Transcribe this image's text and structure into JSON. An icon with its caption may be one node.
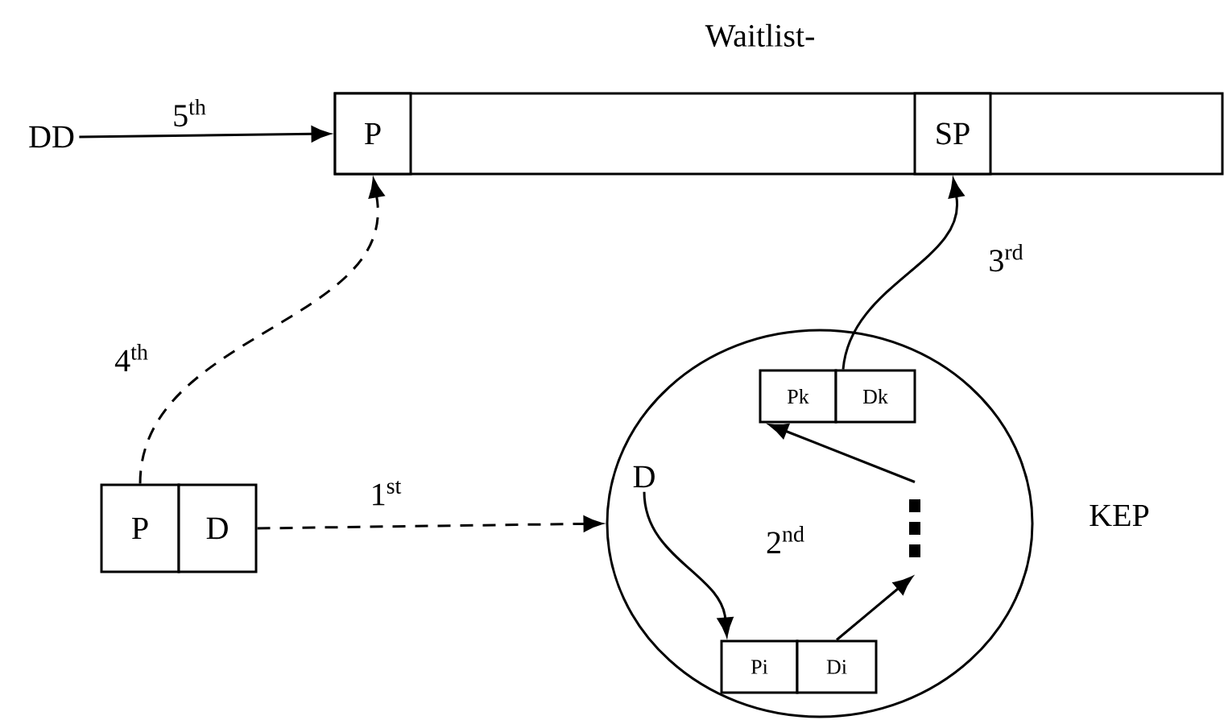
{
  "diagram": {
    "nodes": [
      {
        "text": [
          "Waitlist-"
        ]
      },
      {
        "text": [
          "P"
        ],
        "in": 0
      },
      {
        "text": [
          "SP"
        ],
        "in": 0
      },
      {
        "text": [
          "DD"
        ]
      },
      {
        "text": [
          "P"
        ]
      },
      {
        "text": [
          "D"
        ]
      },
      {
        "text": [],
        "shape": "circle",
        "beside": [
          "KEP"
        ]
      },
      {
        "text": [
          "D"
        ],
        "in": 6
      },
      {
        "text": [
          "Pk"
        ],
        "in": 6
      },
      {
        "text": [
          "Dk"
        ],
        "in": 6
      },
      {
        "text": [
          "Pi"
        ],
        "in": 6
      },
      {
        "text": [
          "Di"
        ],
        "in": 6
      },
      {
        "text": [],
        "shape": "dots",
        "in": 6
      }
    ],
    "edges": [
      {
        "from": 3,
        "to": 1,
        "arrow": "to",
        "label": "5$^{th}$"
      },
      {
        "from": 4,
        "to": 1,
        "arrow": "to",
        "label": "4$^{th}$",
        "style": "dashed"
      },
      {
        "from": 5,
        "to": 6,
        "arrow": "to",
        "label": "1$^{st}$",
        "style": "dashed"
      },
      {
        "from": 9,
        "to": 2,
        "arrow": "to",
        "label": "3$^{rd}$"
      },
      {
        "from": 7,
        "to": 10,
        "arrow": "to"
      },
      {
        "from": 11,
        "to": 12,
        "arrow": "to"
      },
      {
        "from": 12,
        "to": 8,
        "arrow": "to"
      }
    ],
    "labels": [
      "2$^{nd}$"
    ]
  }
}
